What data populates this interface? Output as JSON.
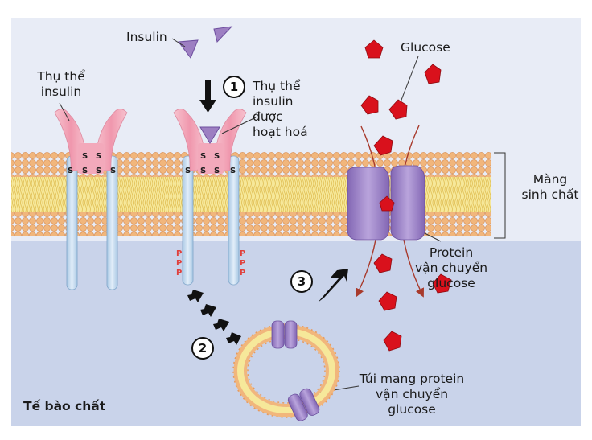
{
  "labels": {
    "insulin": "Insulin",
    "receptor_l1": "Thụ thể",
    "receptor_l2": "insulin",
    "activated_l1": "Thụ thể",
    "activated_l2": "insulin",
    "activated_l3": "được",
    "activated_l4": "hoạt hoá",
    "glucose": "Glucose",
    "membrane_l1": "Màng",
    "membrane_l2": "sinh chất",
    "transporter_l1": "Protein",
    "transporter_l2": "vận chuyển",
    "transporter_l3": "glucose",
    "vesicle_l1": "Túi mang protein",
    "vesicle_l2": "vận chuyển",
    "vesicle_l3": "glucose",
    "cytoplasm": "Tế bào chất"
  },
  "steps": [
    "1",
    "2",
    "3"
  ],
  "disulfide_label": "S",
  "phospho_label": "P",
  "colors": {
    "extracellular": "#e8ecf6",
    "cytoplasm": "#c9d3ea",
    "phospholipid_head": "#f1b67c",
    "lipid_tail": "#f6e89a",
    "receptor": "#f3a9bb",
    "receptor_stem": "#b9d4ec",
    "insulin": "#9d7fc2",
    "transporter": "#9c83c6",
    "glucose": "#d9111c",
    "arrows": "#111111",
    "glucose_path": "#a83a2c",
    "phosphate": "#e0403c"
  }
}
